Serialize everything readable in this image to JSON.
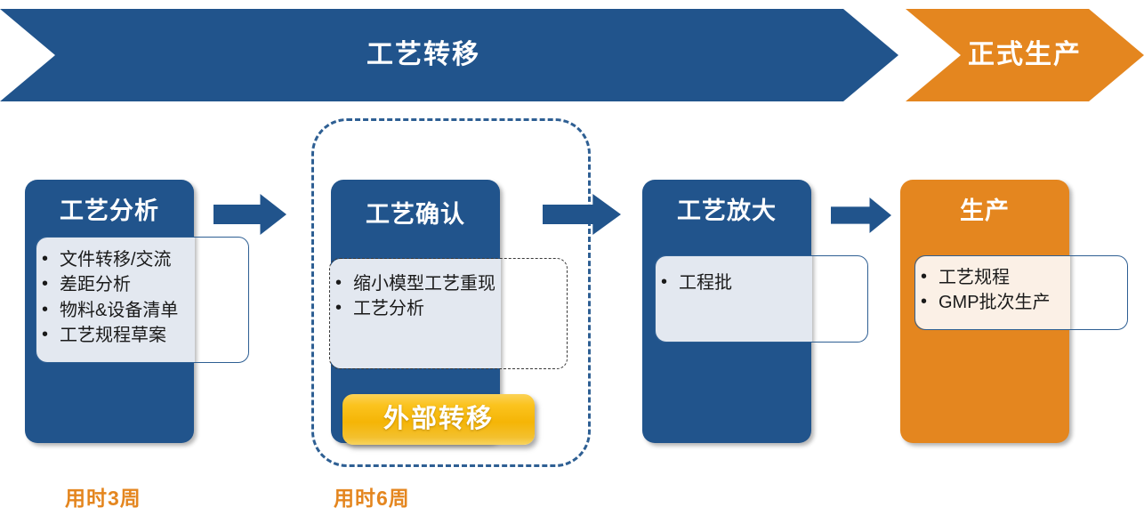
{
  "banner": {
    "main_label": "工艺转移",
    "end_label": "正式生产",
    "main_color": "#21548C",
    "end_color": "#E4861F"
  },
  "group": {
    "name": "outsourced-scope",
    "border_color": "#2E5F93",
    "border_style": "dashed"
  },
  "stages": [
    {
      "id": "process-analysis",
      "title": "工艺分析",
      "color": "#21548C",
      "panel_style": "solid",
      "panel_fill": "#E3E8F0",
      "bullets": [
        "文件转移/交流",
        "差距分析",
        "物料&设备清单",
        "工艺规程草案"
      ]
    },
    {
      "id": "process-confirmation",
      "title": "工艺确认",
      "color": "#21548C",
      "panel_style": "dashed",
      "panel_fill": "#E3E8F0",
      "bullets": [
        "缩小模型工艺重现",
        "工艺分析"
      ]
    },
    {
      "id": "process-scale-up",
      "title": "工艺放大",
      "color": "#21548C",
      "panel_style": "solid",
      "panel_fill": "#E3E8F0",
      "bullets": [
        "工程批"
      ]
    },
    {
      "id": "production",
      "title": "生产",
      "color": "#E4861F",
      "panel_style": "solid",
      "panel_fill": "#FBF0E6",
      "bullets": [
        "工艺规程",
        "GMP批次生产"
      ]
    }
  ],
  "badge": {
    "label": "外部转移",
    "color": "#F5B506"
  },
  "durations": [
    {
      "id": "duration-stage-1",
      "label": "用时3周",
      "color": "#E4861F"
    },
    {
      "id": "duration-stage-2",
      "label": "用时6周",
      "color": "#E4861F"
    }
  ],
  "arrows": [
    {
      "id": "arrow-1-to-2"
    },
    {
      "id": "arrow-2-to-3"
    },
    {
      "id": "arrow-3-to-4"
    }
  ]
}
